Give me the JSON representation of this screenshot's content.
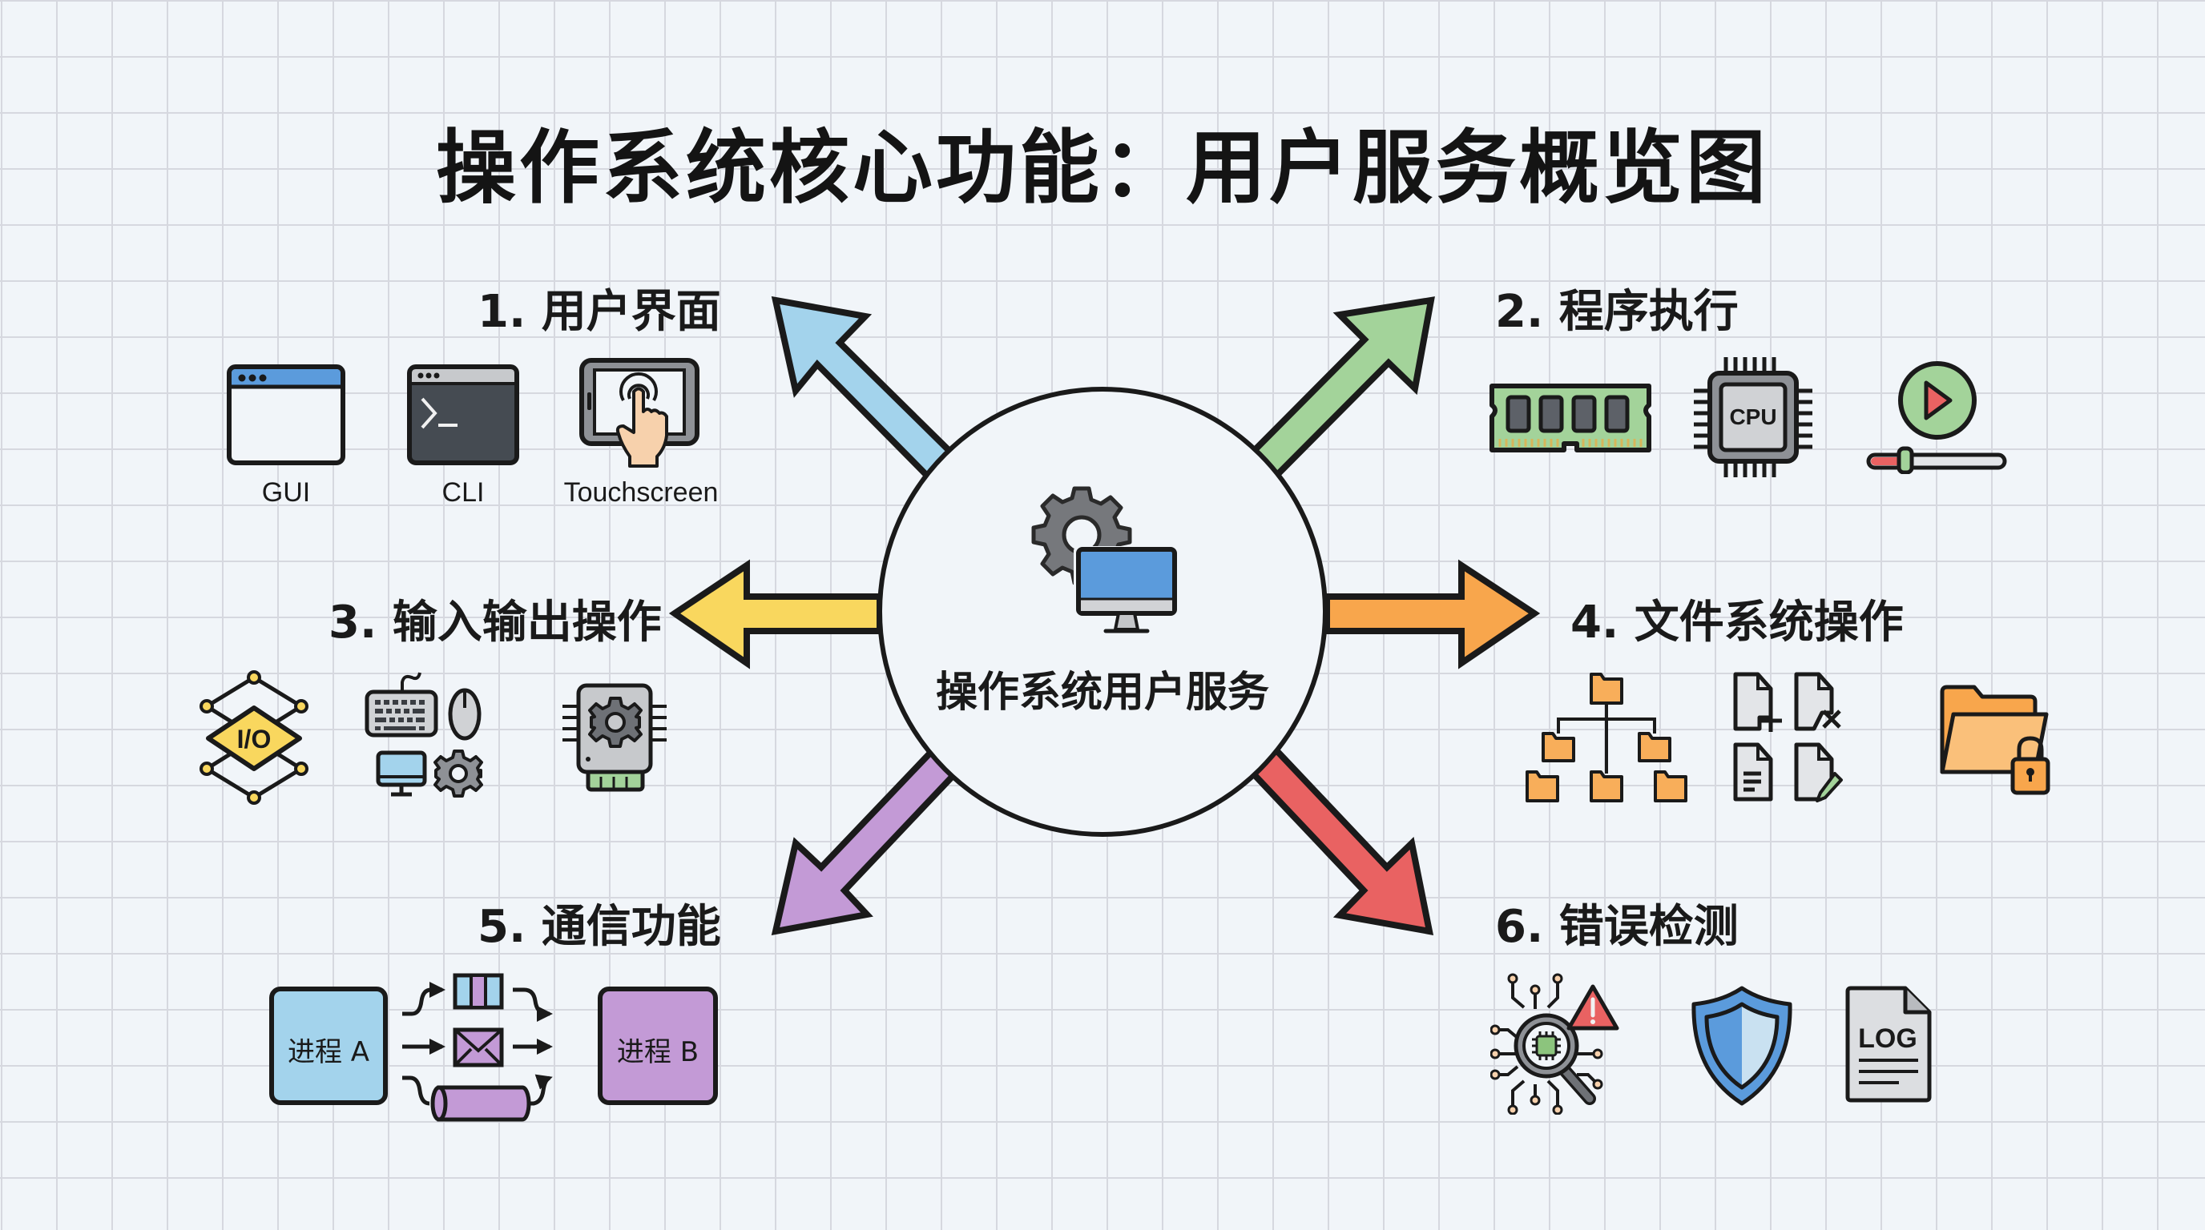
{
  "title": "操作系统核心功能：用户服务概览图",
  "center": {
    "label": "操作系统用户服务",
    "icon": "gear-monitor-icon"
  },
  "sections": [
    {
      "id": 1,
      "title": "1. 用户界面",
      "arrow_color": "#a3d3ec",
      "items": [
        {
          "label": "GUI",
          "icon": "gui-window-icon"
        },
        {
          "label": "CLI",
          "icon": "terminal-icon"
        },
        {
          "label": "Touchscreen",
          "icon": "touchscreen-icon"
        }
      ]
    },
    {
      "id": 2,
      "title": "2. 程序执行",
      "arrow_color": "#a3d39a",
      "items": [
        {
          "icon": "ram-module-icon"
        },
        {
          "icon": "cpu-chip-icon",
          "text": "CPU"
        },
        {
          "icon": "play-progress-icon"
        }
      ]
    },
    {
      "id": 3,
      "title": "3. 输入输出操作",
      "arrow_color": "#f9d75e",
      "items": [
        {
          "icon": "io-diamond-icon",
          "text": "I/O"
        },
        {
          "icon": "io-devices-icon"
        },
        {
          "icon": "device-controller-icon"
        }
      ]
    },
    {
      "id": 4,
      "title": "4. 文件系统操作",
      "arrow_color": "#f8a64c",
      "items": [
        {
          "icon": "folder-tree-icon"
        },
        {
          "icon": "file-operations-icon"
        },
        {
          "icon": "locked-folder-icon"
        }
      ]
    },
    {
      "id": 5,
      "title": "5. 通信功能",
      "arrow_color": "#c39ad6",
      "items": [
        {
          "label": "进程 A",
          "icon": "process-box"
        },
        {
          "icon": "ipc-channels-icon"
        },
        {
          "label": "进程 B",
          "icon": "process-box"
        }
      ]
    },
    {
      "id": 6,
      "title": "6. 错误检测",
      "arrow_color": "#e96262",
      "items": [
        {
          "icon": "chip-scan-warning-icon"
        },
        {
          "icon": "shield-icon"
        },
        {
          "icon": "log-file-icon",
          "text": "LOG"
        }
      ]
    }
  ],
  "colors": {
    "background": "#f1f5f9",
    "grid": "#d6d8df",
    "outline": "#1a1a1a",
    "blue": "#a3d3ec",
    "green": "#a3d39a",
    "yellow": "#f9d75e",
    "orange": "#f8a64c",
    "purple": "#c39ad6",
    "red": "#e96262",
    "monitor_blue": "#5b9bdc",
    "folder_orange": "#f8ae5a"
  }
}
